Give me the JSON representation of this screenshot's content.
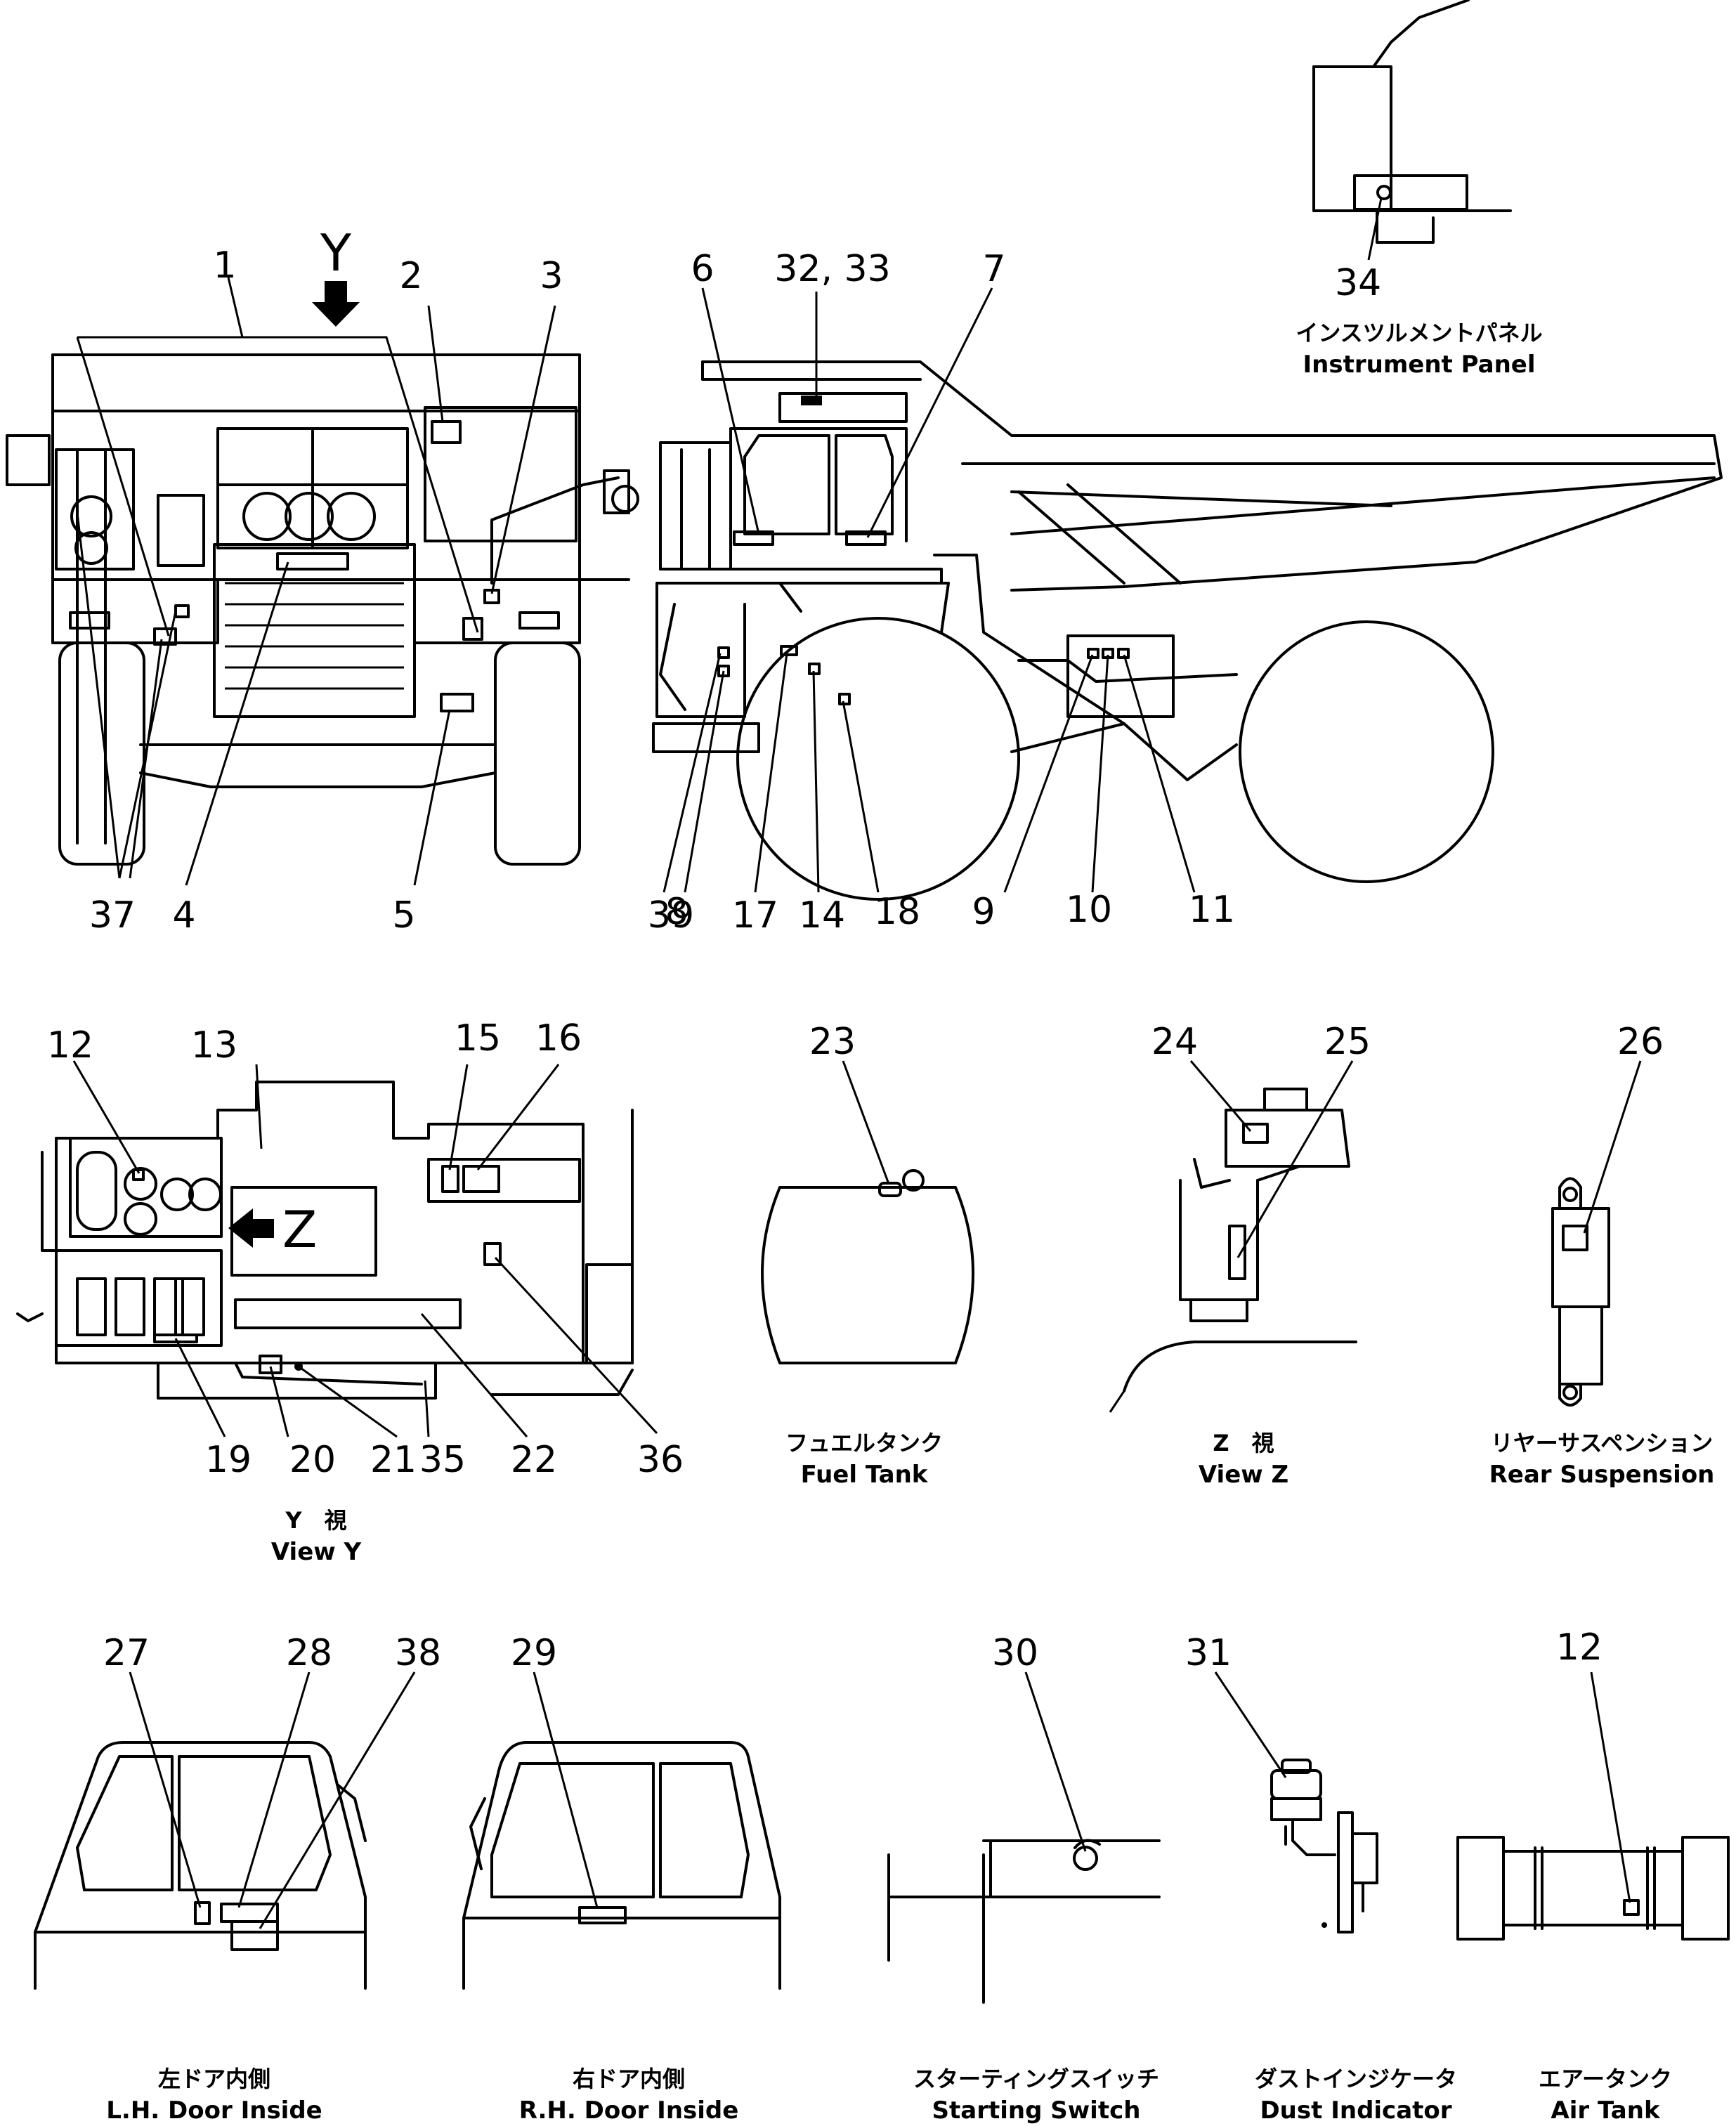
{
  "markers": {
    "view_y": "Y",
    "view_z": "Z"
  },
  "callouts": {
    "c1": "1",
    "c2": "2",
    "c3": "3",
    "c4": "4",
    "c5": "5",
    "c6": "6",
    "c7": "7",
    "c8": "8",
    "c9": "9",
    "c10": "10",
    "c11": "11",
    "c12a": "12",
    "c12b": "12",
    "c13": "13",
    "c14": "14",
    "c15": "15",
    "c16": "16",
    "c17": "17",
    "c18": "18",
    "c19": "19",
    "c20": "20",
    "c21": "21",
    "c22": "22",
    "c23": "23",
    "c24": "24",
    "c25": "25",
    "c26": "26",
    "c27": "27",
    "c28": "28",
    "c29": "29",
    "c30": "30",
    "c31": "31",
    "c3233": "32, 33",
    "c34": "34",
    "c35": "35",
    "c36": "36",
    "c37": "37",
    "c38": "38",
    "c39": "39"
  },
  "captions": {
    "instrument_panel": {
      "jp": "インスツルメントパネル",
      "en": "Instrument Panel"
    },
    "view_y": {
      "jp": "Y　視",
      "en": "View Y"
    },
    "fuel_tank": {
      "jp": "フュエルタンク",
      "en": "Fuel Tank"
    },
    "view_z": {
      "jp": "Z　視",
      "en": "View Z"
    },
    "rear_suspension": {
      "jp": "リヤーサスペンション",
      "en": "Rear Suspension"
    },
    "lh_door": {
      "jp": "左ドア内側",
      "en": "L.H. Door Inside"
    },
    "rh_door": {
      "jp": "右ドア内側",
      "en": "R.H. Door Inside"
    },
    "starting_switch": {
      "jp": "スターティングスイッチ",
      "en": "Starting Switch"
    },
    "dust_indicator": {
      "jp": "ダストインジケータ",
      "en": "Dust Indicator"
    },
    "air_tank": {
      "jp": "エアータンク",
      "en": "Air Tank"
    }
  }
}
